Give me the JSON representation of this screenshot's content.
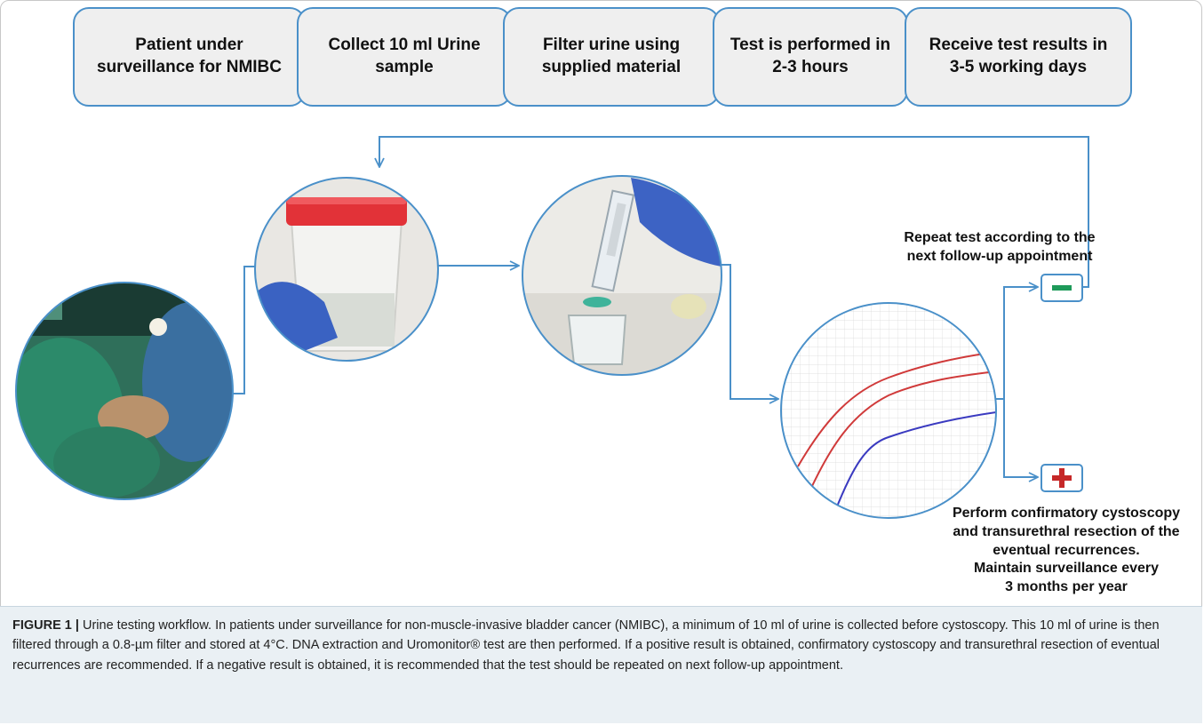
{
  "steps": [
    {
      "label": "Patient under\nsurveillance for NMIBC"
    },
    {
      "label": "Collect 10 ml Urine\nsample"
    },
    {
      "label": "Filter urine using\nsupplied material"
    },
    {
      "label": "Test is performed in\n2-3 hours"
    },
    {
      "label": "Receive test results in\n3-5 working days"
    }
  ],
  "negative": {
    "symbol": "−",
    "text": "Repeat test according to the\nnext follow-up appointment",
    "color": "#1e9a5a"
  },
  "positive": {
    "symbol": "+",
    "text": "Perform confirmatory cystoscopy\nand transurethral resection of the\neventual recurrences.\nMaintain surveillance every\n3 months per year",
    "color": "#c62828"
  },
  "caption": {
    "label": "FIGURE 1 |",
    "text": " Urine testing workflow. In patients under surveillance for non-muscle-invasive bladder cancer (NMIBC), a minimum of 10 ml of urine is collected before cystoscopy. This 10 ml of urine is then filtered through a 0.8-µm filter and stored at 4°C. DNA extraction and Uromonitor® test are then performed. If a positive result is obtained, confirmatory cystoscopy and transurethral resection of eventual recurrences are recommended. If a negative result is obtained, it is recommended that the test should be repeated on next follow-up appointment."
  },
  "colors": {
    "flow": "#4a90c9",
    "step_fill": "#efefef"
  },
  "icons": [
    "surgery-photo",
    "urine-container-photo",
    "syringe-filter-photo",
    "pcr-curve-plot"
  ]
}
